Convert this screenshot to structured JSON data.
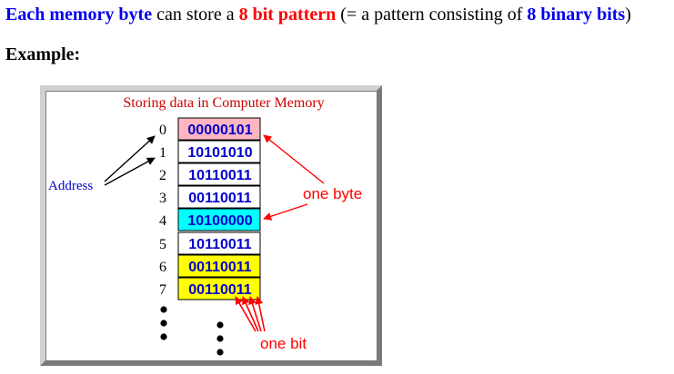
{
  "headline": {
    "part1": "Each memory byte",
    "part2": " can store a ",
    "part3": "8 bit pattern",
    "part4": " (= a pattern consisting of ",
    "part5": "8 binary bits",
    "part6": ")"
  },
  "example_label": "Example:",
  "diagram": {
    "title": "Storing data in Computer Memory",
    "address_label": "Address",
    "one_byte_label": "one byte",
    "one_bit_label": "one bit",
    "colors": {
      "title": "#cc0000",
      "bits": "#0000cc",
      "pink": "#ffb6c1",
      "cyan": "#00ffff",
      "yellow": "#ffff00",
      "white": "#ffffff",
      "arrow": "#ff0000"
    },
    "rows": [
      {
        "address": "0",
        "bits": "00000101",
        "fill": "pink"
      },
      {
        "address": "1",
        "bits": "10101010",
        "fill": "white"
      },
      {
        "address": "2",
        "bits": "10110011",
        "fill": "white"
      },
      {
        "address": "3",
        "bits": "00110011",
        "fill": "white"
      },
      {
        "address": "4",
        "bits": "10100000",
        "fill": "cyan"
      },
      {
        "address": "5",
        "bits": "10110011",
        "fill": "white"
      },
      {
        "address": "6",
        "bits": "00110011",
        "fill": "yellow"
      },
      {
        "address": "7",
        "bits": "00110011",
        "fill": "yellow"
      }
    ]
  }
}
